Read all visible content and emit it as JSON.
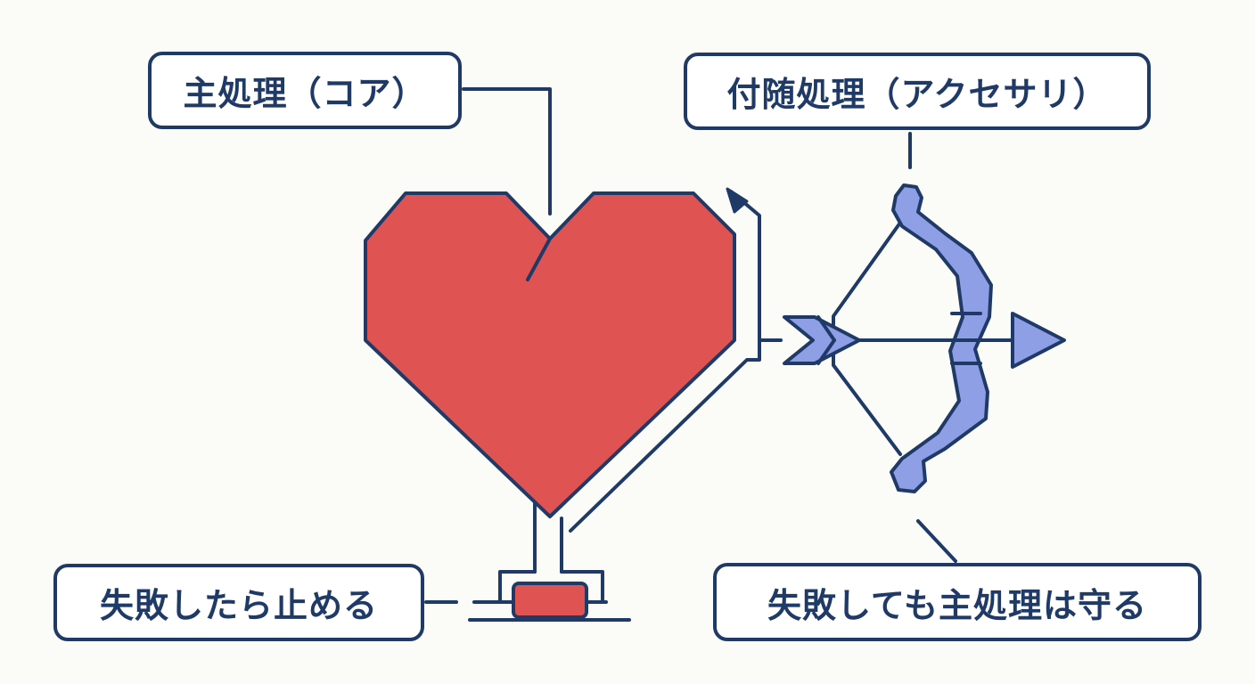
{
  "labels": {
    "core": "主処理（コア）",
    "accessory": "付随処理（アクセサリ）",
    "stop_on_failure": "失敗したら止める",
    "protect_core": "失敗しても主処理は守る"
  },
  "icons": {
    "core": "heart-icon",
    "accessory": "bow-and-arrow-icon"
  },
  "colors": {
    "outline": "#1f3a66",
    "heart_fill": "#e05353",
    "bow_fill": "#8e9fe6",
    "background": "#fbfbf8"
  }
}
